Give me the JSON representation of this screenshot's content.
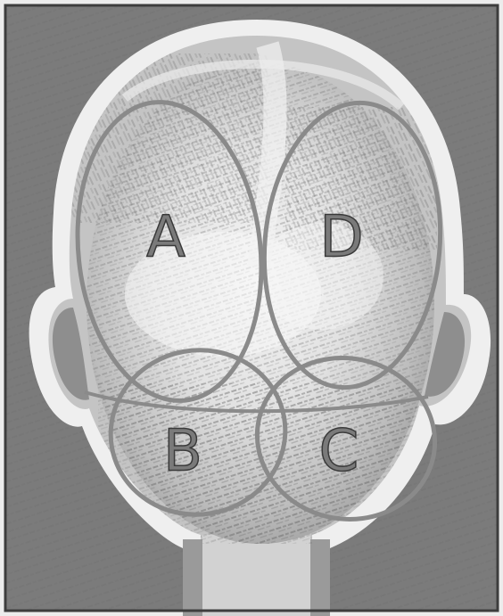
{
  "labels": {
    "a": "A",
    "b": "B",
    "c": "C",
    "d": "D"
  },
  "colors": {
    "background_dark": "#7b7b7b",
    "head_fill": "#c9c9c9",
    "head_outline": "#efefef",
    "face_light": "#e6e6e6",
    "face_shadow": "#a8a8a8",
    "texture": "#5c5c5c",
    "ellipse_stroke": "#8a8a8a",
    "label_fill": "#7a7a7a",
    "label_stroke": "#3a3a3a",
    "border": "#3d3d3d"
  }
}
